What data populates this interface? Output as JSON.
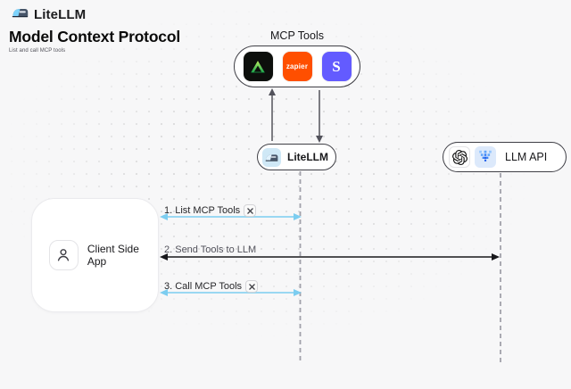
{
  "brand": {
    "name": "LiteLLM",
    "logo_icon": "train-icon"
  },
  "header": {
    "title": "Model Context Protocol",
    "subtitle": "List and call MCP tools"
  },
  "mcp": {
    "label": "MCP Tools",
    "icons": [
      {
        "id": "green-triangle-icon",
        "bg": "#0D0F0C",
        "accent": "#4ADE80"
      },
      {
        "id": "zapier-icon",
        "text": "zapier",
        "bg": "#FF4F00"
      },
      {
        "id": "stripe-icon",
        "text": "S",
        "bg": "#635BFF"
      }
    ]
  },
  "nodes": {
    "litellm": {
      "label": "LiteLLM",
      "icon": "train-icon"
    },
    "llm_api": {
      "label": "LLM API",
      "icons": [
        "openai-icon",
        "pixel-arrow-icon"
      ]
    },
    "client": {
      "label": "Client Side App",
      "icon": "person-icon"
    }
  },
  "sequence": [
    {
      "label": "1. List MCP Tools",
      "tool_icon": "hammer-wrench-icon",
      "arrow_color": "#7ccdf0",
      "direction": "both"
    },
    {
      "label": "2. Send Tools to LLM",
      "tool_icon": null,
      "arrow_color": "#18181b",
      "direction": "both"
    },
    {
      "label": "3. Call MCP Tools",
      "tool_icon": "hammer-wrench-icon",
      "arrow_color": "#7ccdf0",
      "direction": "both"
    }
  ],
  "colors": {
    "background": "#f7f7f8",
    "node_border": "#3f3f46",
    "accent_blue": "#7ccdf0",
    "arrow_dark": "#18181b",
    "dashed_line": "#a1a1aa",
    "zapier_orange": "#ff4f00",
    "stripe_purple": "#635bff"
  }
}
